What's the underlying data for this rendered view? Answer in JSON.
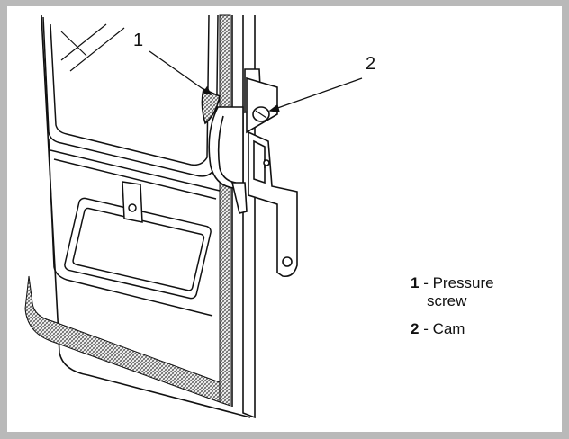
{
  "callouts": [
    {
      "id": "1",
      "label": "1"
    },
    {
      "id": "2",
      "label": "2"
    }
  ],
  "legend": [
    {
      "number": "1",
      "separator": " - ",
      "text_line1": "Pressure",
      "text_line2": "screw"
    },
    {
      "number": "2",
      "separator": " - ",
      "text_line1": "Cam",
      "text_line2": ""
    }
  ],
  "colors": {
    "frame": "#b9b9b9",
    "ink": "#111111",
    "seal_hatch": "#6a6a6a"
  }
}
